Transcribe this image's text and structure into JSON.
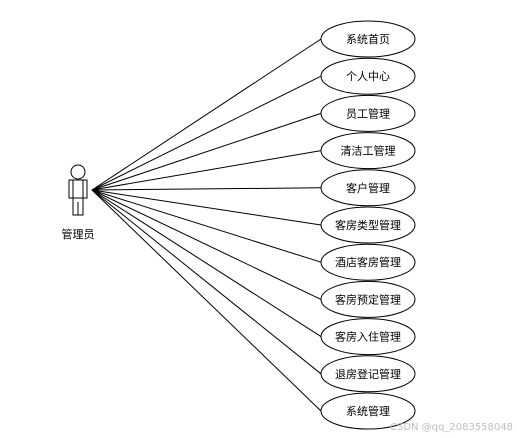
{
  "actor": {
    "name": "管理员"
  },
  "use_cases": [
    {
      "label": "系统首页"
    },
    {
      "label": "个人中心"
    },
    {
      "label": "员工管理"
    },
    {
      "label": "清洁工管理"
    },
    {
      "label": "客户管理"
    },
    {
      "label": "客房类型管理"
    },
    {
      "label": "酒店客房管理"
    },
    {
      "label": "客房预定管理"
    },
    {
      "label": "客房入住管理"
    },
    {
      "label": "退房登记管理"
    },
    {
      "label": "系统管理"
    }
  ],
  "watermark": "CSDN @qq_2083558048",
  "colors": {
    "stroke": "#000000",
    "background": "#ffffff",
    "watermark": "#bfbfbf"
  }
}
